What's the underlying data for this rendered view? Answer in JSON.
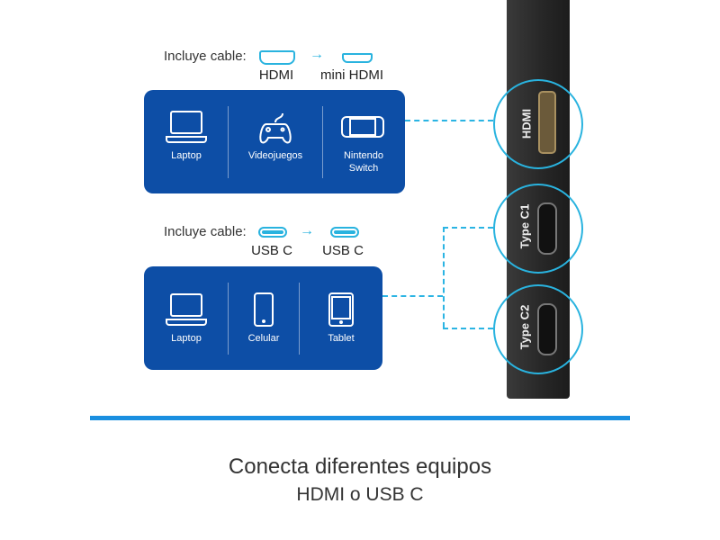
{
  "hdmi_group": {
    "includes_label": "Incluye cable:",
    "cable_from": "HDMI",
    "cable_to": "mini HDMI",
    "devices": [
      {
        "label": "Laptop",
        "icon": "laptop-icon"
      },
      {
        "label": "Videojuegos",
        "icon": "gamepad-icon"
      },
      {
        "label": "Nintendo Switch",
        "icon": "switch-console-icon"
      }
    ]
  },
  "usbc_group": {
    "includes_label": "Incluye cable:",
    "cable_from": "USB C",
    "cable_to": "USB C",
    "devices": [
      {
        "label": "Laptop",
        "icon": "laptop-icon"
      },
      {
        "label": "Celular",
        "icon": "phone-icon"
      },
      {
        "label": "Tablet",
        "icon": "tablet-icon"
      }
    ]
  },
  "ports": [
    "HDMI",
    "Type C1",
    "Type C2"
  ],
  "footer": {
    "title": "Conecta diferentes equipos",
    "subtitle": "HDMI o USB C"
  },
  "colors": {
    "box": "#0d4ea6",
    "accent": "#29b3df",
    "rule": "#1a8fe0",
    "device": "#2a2a2a"
  }
}
